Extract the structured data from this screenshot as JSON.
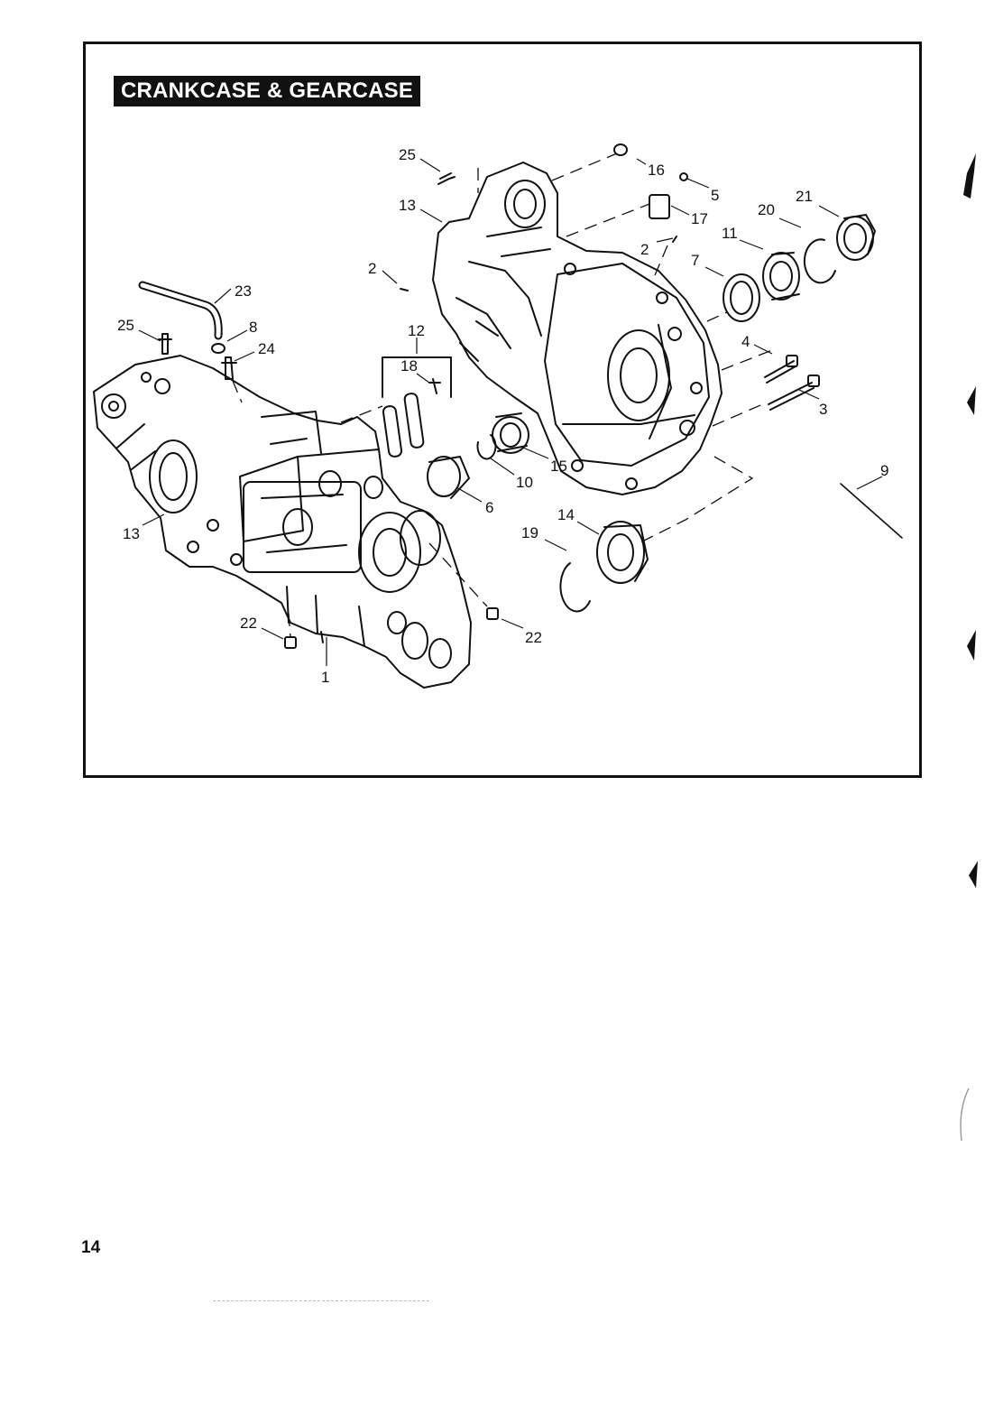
{
  "title": "CRANKCASE & GEARCASE",
  "page_number": "14",
  "callouts": [
    {
      "id": "c25a",
      "text": "25"
    },
    {
      "id": "c16",
      "text": "16"
    },
    {
      "id": "c5",
      "text": "5"
    },
    {
      "id": "c13a",
      "text": "13"
    },
    {
      "id": "c17",
      "text": "17"
    },
    {
      "id": "c21",
      "text": "21"
    },
    {
      "id": "c20",
      "text": "20"
    },
    {
      "id": "c11",
      "text": "11"
    },
    {
      "id": "c2a",
      "text": "2"
    },
    {
      "id": "c7",
      "text": "7"
    },
    {
      "id": "c2b",
      "text": "2"
    },
    {
      "id": "c23",
      "text": "23"
    },
    {
      "id": "c25b",
      "text": "25"
    },
    {
      "id": "c8",
      "text": "8"
    },
    {
      "id": "c12",
      "text": "12"
    },
    {
      "id": "c24",
      "text": "24"
    },
    {
      "id": "c4",
      "text": "4"
    },
    {
      "id": "c18",
      "text": "18"
    },
    {
      "id": "c3",
      "text": "3"
    },
    {
      "id": "c15",
      "text": "15"
    },
    {
      "id": "c10",
      "text": "10"
    },
    {
      "id": "c9",
      "text": "9"
    },
    {
      "id": "c6",
      "text": "6"
    },
    {
      "id": "c14",
      "text": "14"
    },
    {
      "id": "c19",
      "text": "19"
    },
    {
      "id": "c13b",
      "text": "13"
    },
    {
      "id": "c22a",
      "text": "22"
    },
    {
      "id": "c22b",
      "text": "22"
    },
    {
      "id": "c1",
      "text": "1"
    }
  ]
}
